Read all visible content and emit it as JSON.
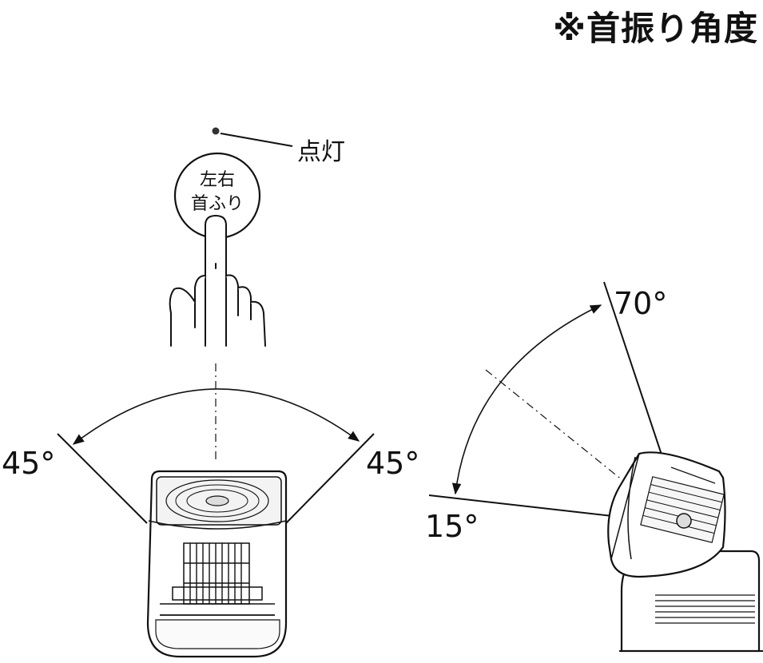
{
  "title": "※首振り角度",
  "button": {
    "line1": "左右",
    "line2": "首ふり",
    "indicator_label": "点灯"
  },
  "left_right": {
    "left_angle": "45°",
    "right_angle": "45°"
  },
  "up_down": {
    "upper_angle": "70°",
    "lower_angle": "15°"
  }
}
